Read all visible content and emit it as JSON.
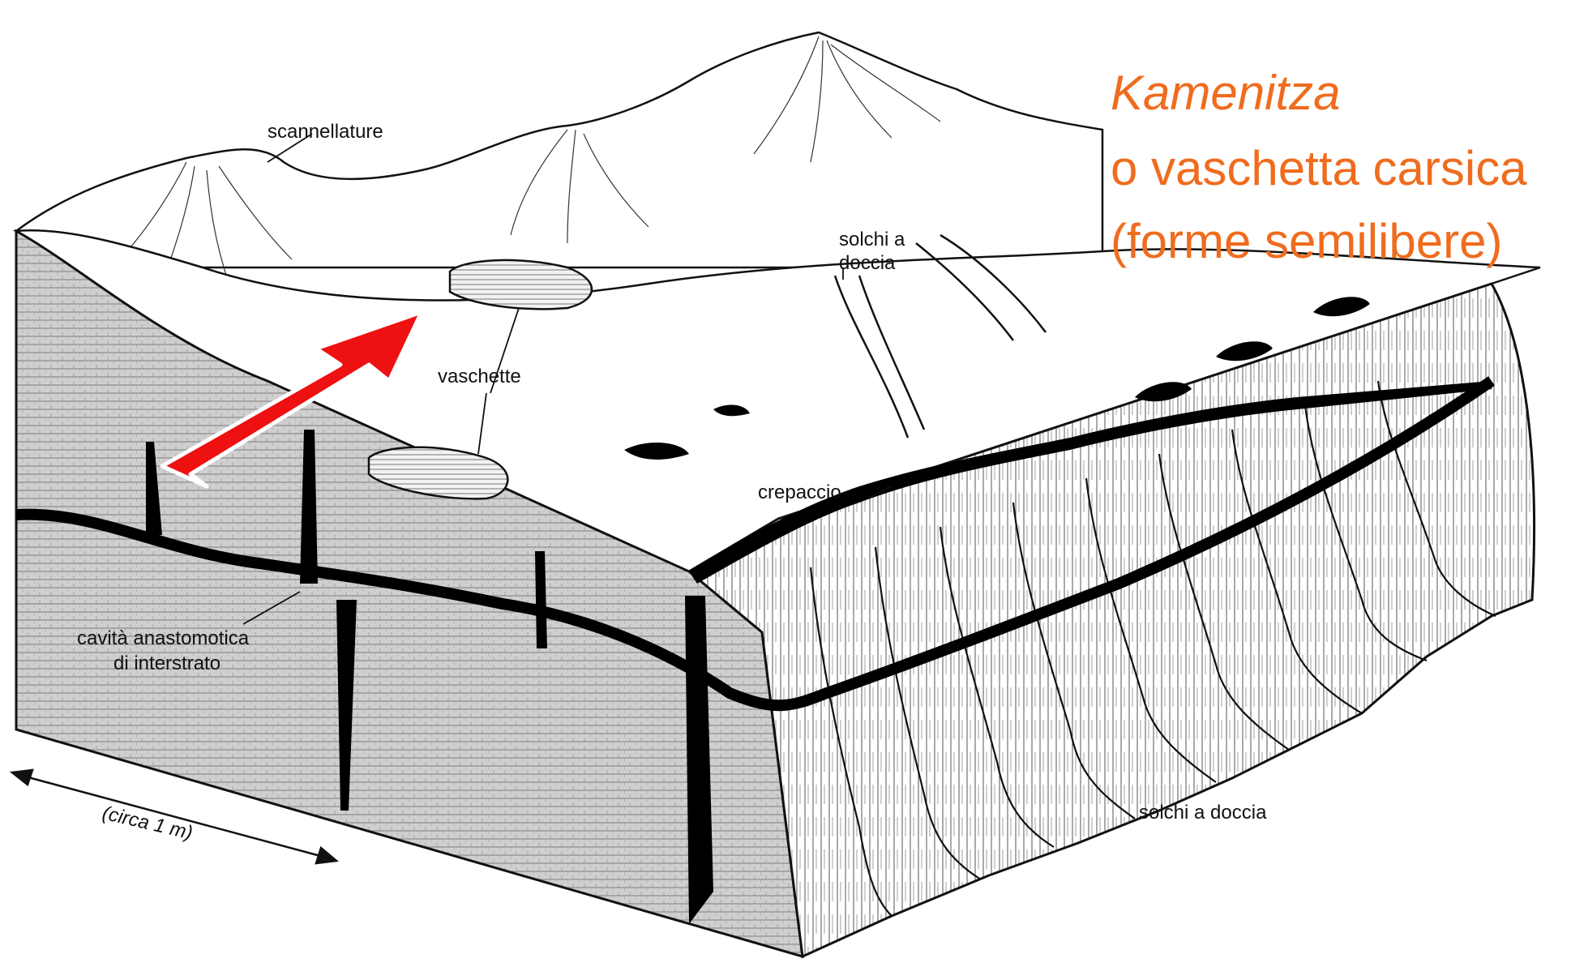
{
  "title": {
    "line1": "Kamenitza",
    "line2": "o vaschetta carsica",
    "line3": "(forme semilibere)",
    "color": "#ef6c1e"
  },
  "labels": {
    "scannellature": "scannellature",
    "solchi_top_1": "solchi a",
    "solchi_top_2": "doccia",
    "vaschette": "vaschette",
    "crepaccio": "crepaccio",
    "cavita_1": "cavità anastomotica",
    "cavita_2": "di interstrato",
    "scale": "(circa 1 m)",
    "solchi_bottom": "solchi a doccia"
  },
  "arrow": {
    "color": "#ee1111",
    "outline": "#ffffff"
  },
  "icons": [
    "double-headed-scale-arrow",
    "red-pointer-arrow"
  ]
}
